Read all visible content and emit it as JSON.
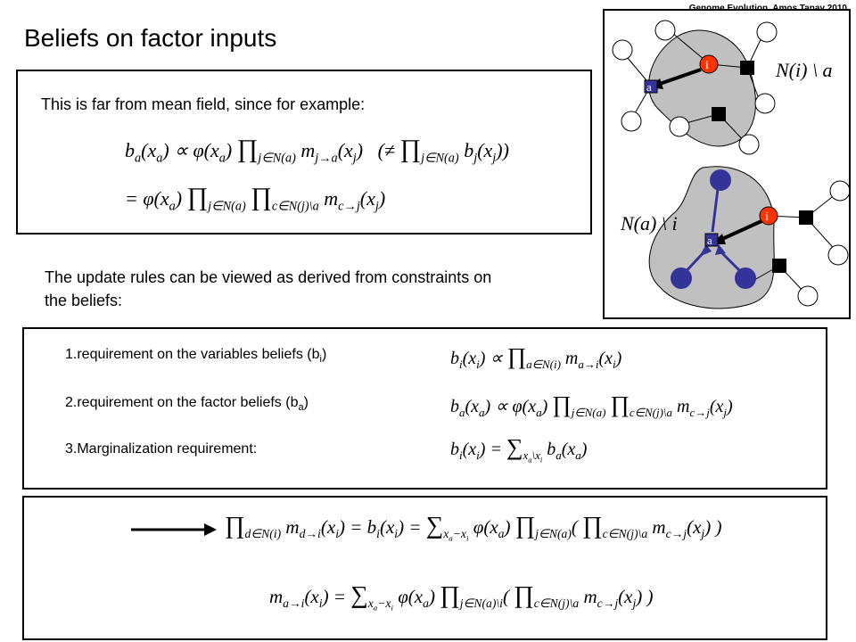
{
  "title": "Beliefs on factor inputs",
  "credit": "Genome Evolution. Amos Tanay 2010",
  "mean_field_note": "This is far from mean field, since for example:",
  "update_rules_text": "The update rules can be viewed as derived from constraints on the beliefs:",
  "requirements": [
    {
      "label": "1.requirement on the variables beliefs (b",
      "sub": "i",
      "end": ")"
    },
    {
      "label": "2.requirement on the factor beliefs (b",
      "sub": "a",
      "end": ")"
    },
    {
      "label": "3.Marginalization requirement:",
      "sub": "",
      "end": ""
    }
  ],
  "diagram": {
    "top_region_label": "N(i) \\ a",
    "bottom_region_label": "N(a) \\ i",
    "node_i": "i",
    "node_a": "a",
    "colors": {
      "region": "#c0c0c0",
      "factor_a": "#333399",
      "node_i": "#ff3300",
      "var_blue": "#333399"
    }
  }
}
